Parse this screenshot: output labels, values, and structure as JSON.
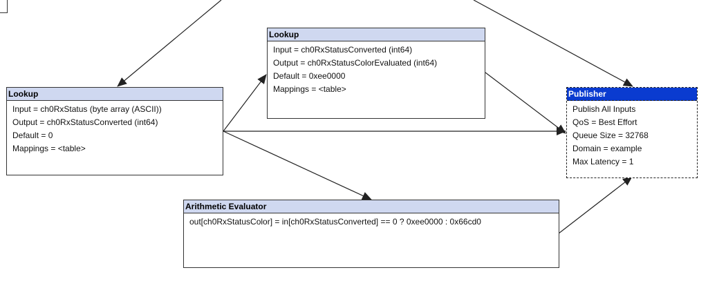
{
  "nodes": [
    {
      "id": "lookup-a",
      "title": "Lookup",
      "lines": [
        "Input = ch0RxStatus (byte array (ASCII))",
        "Output = ch0RxStatusConverted (int64)",
        "Default = 0",
        "Mappings = <table>"
      ]
    },
    {
      "id": "lookup-b",
      "title": "Lookup",
      "lines": [
        "Input = ch0RxStatusConverted (int64)",
        "Output = ch0RxStatusColorEvaluated (int64)",
        "Default = 0xee0000",
        "Mappings = <table>"
      ]
    },
    {
      "id": "publisher",
      "title": "Publisher",
      "selected": true,
      "lines": [
        "Publish All Inputs",
        "QoS =  Best Effort",
        "Queue Size = 32768",
        "Domain = example",
        "Max Latency = 1"
      ]
    },
    {
      "id": "arith",
      "title": "Arithmetic Evaluator",
      "lines": [
        "out[ch0RxStatusColor] = in[ch0RxStatusConverted] == 0 ? 0xee0000 : 0x66cd0"
      ]
    }
  ],
  "colors": {
    "title_bar": "#cfd8f0",
    "selected_title_bar": "#0a3bd0",
    "border": "#333333",
    "wire": "#222222"
  }
}
